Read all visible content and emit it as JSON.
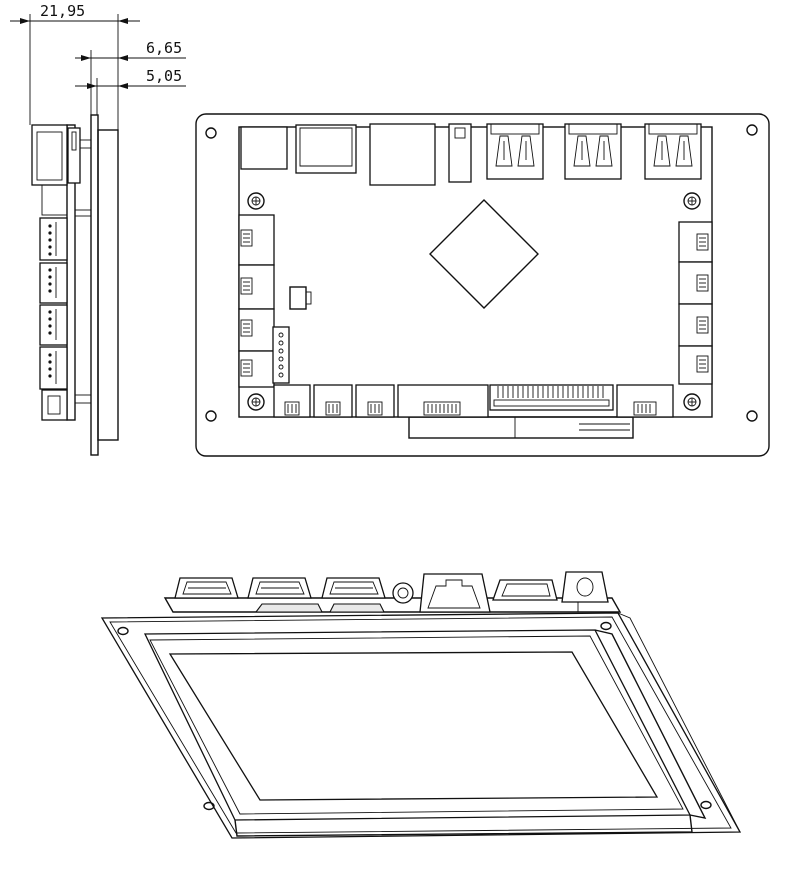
{
  "dimensions": {
    "overall_depth": "21,95",
    "gap_a": "6,65",
    "gap_b": "5,05"
  },
  "colors": {
    "line": "#111111",
    "background": "#ffffff"
  }
}
